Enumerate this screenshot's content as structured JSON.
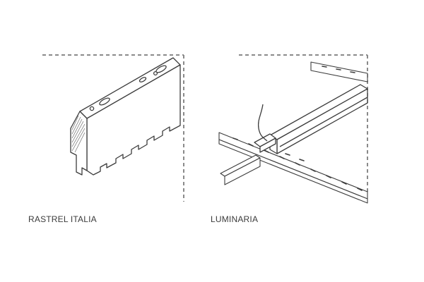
{
  "figures": [
    {
      "caption": "RASTREL ITALIA",
      "icon": "rastrel-profile-illustration"
    },
    {
      "caption": "LUMINARIA",
      "icon": "luminaire-on-rail-illustration"
    }
  ],
  "colors": {
    "line": "#3c3c3c",
    "dash": "#8a8a8a",
    "background": "#ffffff",
    "caption": "#3a3a3a"
  }
}
